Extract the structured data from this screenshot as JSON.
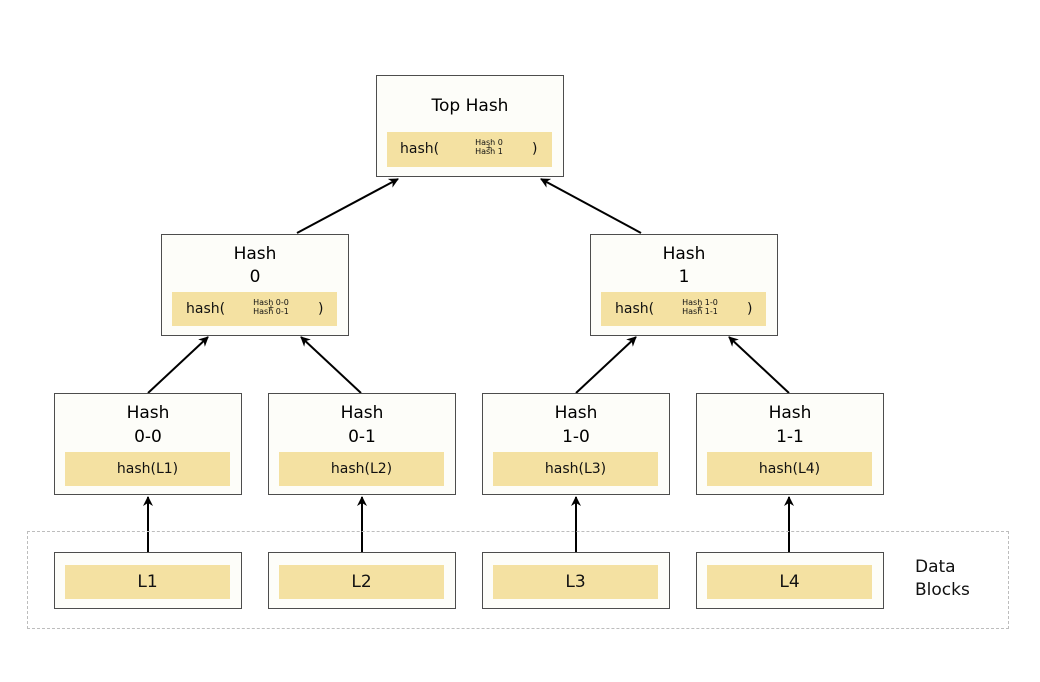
{
  "top": {
    "title": "Top Hash",
    "pre": "hash(",
    "a": "Hash 0",
    "plus": "+",
    "b": "Hash 1",
    "post": ")"
  },
  "h0": {
    "title1": "Hash",
    "title2": "0",
    "pre": "hash(",
    "a": "Hash 0-0",
    "plus": "+",
    "b": "Hash 0-1",
    "post": ")"
  },
  "h1": {
    "title1": "Hash",
    "title2": "1",
    "pre": "hash(",
    "a": "Hash 1-0",
    "plus": "+",
    "b": "Hash 1-1",
    "post": ")"
  },
  "h00": {
    "title1": "Hash",
    "title2": "0-0",
    "tile": "hash(L1)"
  },
  "h01": {
    "title1": "Hash",
    "title2": "0-1",
    "tile": "hash(L2)"
  },
  "h10": {
    "title1": "Hash",
    "title2": "1-0",
    "tile": "hash(L3)"
  },
  "h11": {
    "title1": "Hash",
    "title2": "1-1",
    "tile": "hash(L4)"
  },
  "blocks": [
    "L1",
    "L2",
    "L3",
    "L4"
  ],
  "data_blocks": {
    "line1": "Data",
    "line2": "Blocks"
  },
  "colors": {
    "tile": "#f4e1a2",
    "border": "#4d4d4d",
    "dashed": "#bdbdbd",
    "arrow": "#000000"
  }
}
